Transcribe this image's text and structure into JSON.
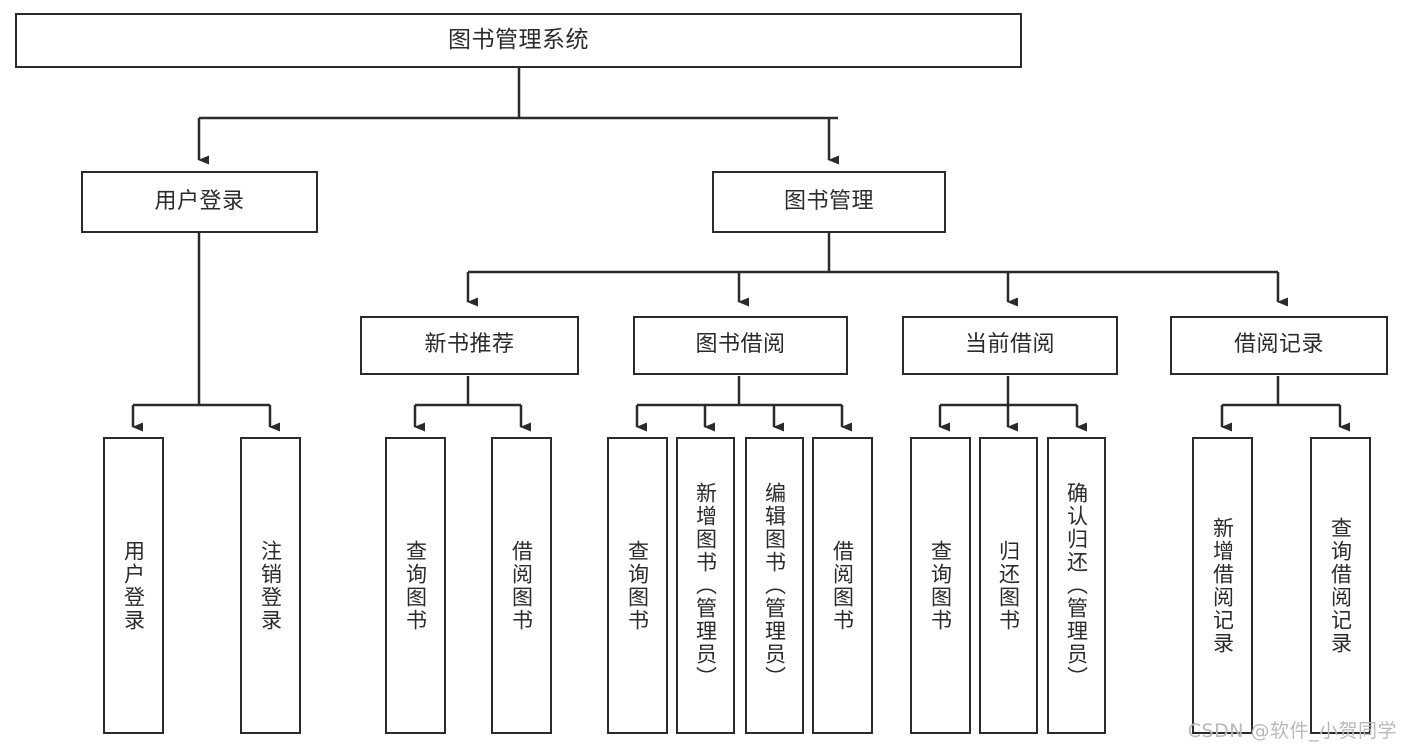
{
  "diagram": {
    "title": "图书管理系统",
    "type": "tree-hierarchy-diagram",
    "colors": {
      "stroke": "#2b2b2b",
      "fill": "#ffffff",
      "background": "#ffffff",
      "watermark": "#b9b9b9"
    },
    "levels": {
      "root": {
        "label": "图书管理系统"
      },
      "level2": [
        {
          "label": "用户登录"
        },
        {
          "label": "图书管理"
        }
      ],
      "level3": [
        {
          "label": "新书推荐"
        },
        {
          "label": "图书借阅"
        },
        {
          "label": "当前借阅"
        },
        {
          "label": "借阅记录"
        }
      ],
      "leaves": {
        "user_login": [
          {
            "label": "用户登录"
          },
          {
            "label": "注销登录"
          }
        ],
        "new_book_recommend": [
          {
            "label": "查询图书"
          },
          {
            "label": "借阅图书"
          }
        ],
        "book_borrow": [
          {
            "label": "查询图书"
          },
          {
            "label": "新增图书（管理员）"
          },
          {
            "label": "编辑图书（管理员）"
          },
          {
            "label": "借阅图书"
          }
        ],
        "current_borrow": [
          {
            "label": "查询图书"
          },
          {
            "label": "归还图书"
          },
          {
            "label": "确认归还（管理员）"
          }
        ],
        "borrow_record": [
          {
            "label": "新增借阅记录"
          },
          {
            "label": "查询借阅记录"
          }
        ]
      }
    },
    "watermark": "CSDN @软件_小贺同学"
  }
}
